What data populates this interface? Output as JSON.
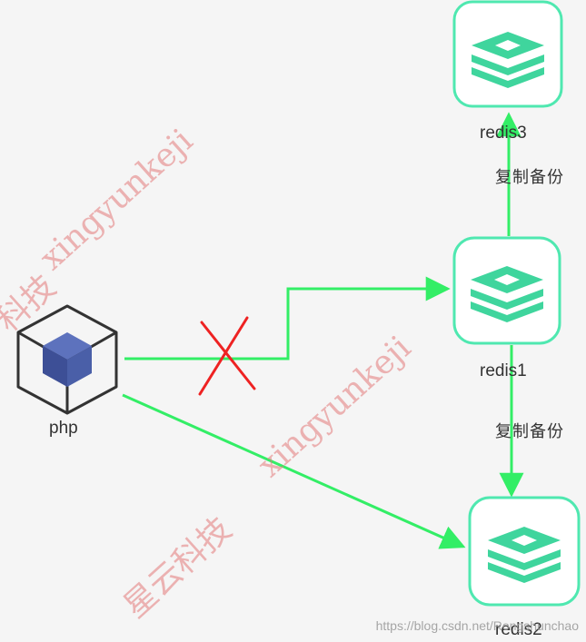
{
  "nodes": {
    "php": {
      "label": "php",
      "type": "client",
      "icon": "cube-icon"
    },
    "redis1": {
      "label": "redis1",
      "type": "redis",
      "icon": "redis-stack-icon"
    },
    "redis2": {
      "label": "redis2",
      "type": "redis",
      "icon": "redis-stack-icon"
    },
    "redis3": {
      "label": "redis3",
      "type": "redis",
      "icon": "redis-stack-icon"
    }
  },
  "edges": [
    {
      "from": "php",
      "to": "redis1",
      "blocked": true
    },
    {
      "from": "php",
      "to": "redis2",
      "blocked": false
    },
    {
      "from": "redis1",
      "to": "redis3",
      "label": "复制备份"
    },
    {
      "from": "redis1",
      "to": "redis2",
      "label": "复制备份"
    }
  ],
  "edge_labels": {
    "redis1_redis3": "复制备份",
    "redis1_redis2": "复制备份"
  },
  "watermarks": {
    "text_latin": "xingyunkeji",
    "text_cn_full": "星云科技",
    "text_cn_partial": "科技",
    "url": "https://blog.csdn.net/Rongshunchao"
  },
  "colors": {
    "background": "#f5f5f5",
    "edge": "#33ee66",
    "redis_border": "#4fe8b0",
    "redis_icon": "#3fd59d",
    "blocked_mark": "#ee2222",
    "php_cube": "#4a5fa8",
    "php_hex": "#333333",
    "watermark": "#e07878"
  }
}
